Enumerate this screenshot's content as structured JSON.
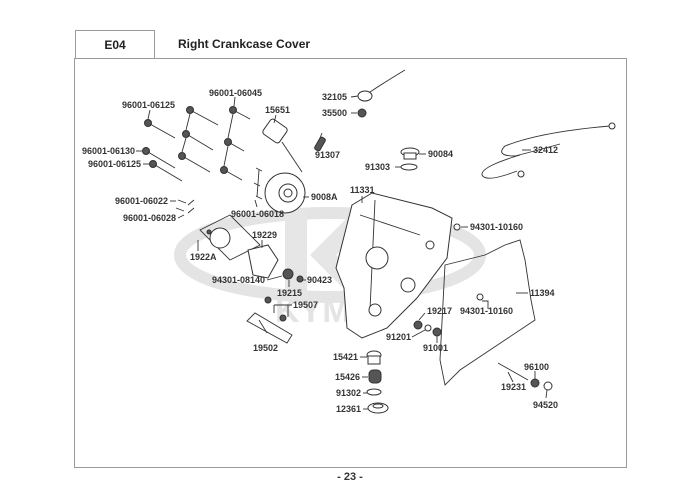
{
  "header": {
    "section_code": "E04",
    "title": "Right Crankcase Cover"
  },
  "footer": {
    "page_number": "- 23 -"
  },
  "watermark": {
    "brand": "KYMCO"
  },
  "callouts": [
    {
      "id": "c1",
      "label": "96001-06125"
    },
    {
      "id": "c2",
      "label": "96001-06045"
    },
    {
      "id": "c3",
      "label": "15651"
    },
    {
      "id": "c4",
      "label": "32105"
    },
    {
      "id": "c5",
      "label": "35500"
    },
    {
      "id": "c6",
      "label": "96001-06130"
    },
    {
      "id": "c7",
      "label": "96001-06125"
    },
    {
      "id": "c8",
      "label": "91307"
    },
    {
      "id": "c9",
      "label": "90084"
    },
    {
      "id": "c10",
      "label": "91303"
    },
    {
      "id": "c11",
      "label": "32412"
    },
    {
      "id": "c12",
      "label": "11331"
    },
    {
      "id": "c13",
      "label": "9008A"
    },
    {
      "id": "c14",
      "label": "96001-06022"
    },
    {
      "id": "c15",
      "label": "96001-06028"
    },
    {
      "id": "c16",
      "label": "96001-06018"
    },
    {
      "id": "c17",
      "label": "94301-10160"
    },
    {
      "id": "c18",
      "label": "19229"
    },
    {
      "id": "c19",
      "label": "1922A"
    },
    {
      "id": "c20",
      "label": "94301-08140"
    },
    {
      "id": "c21",
      "label": "90423"
    },
    {
      "id": "c22",
      "label": "19215"
    },
    {
      "id": "c23",
      "label": "19507"
    },
    {
      "id": "c24",
      "label": "11394"
    },
    {
      "id": "c25",
      "label": "19217"
    },
    {
      "id": "c26",
      "label": "94301-10160"
    },
    {
      "id": "c27",
      "label": "91201"
    },
    {
      "id": "c28",
      "label": "91001"
    },
    {
      "id": "c29",
      "label": "19502"
    },
    {
      "id": "c30",
      "label": "15421"
    },
    {
      "id": "c31",
      "label": "96100"
    },
    {
      "id": "c32",
      "label": "15426"
    },
    {
      "id": "c33",
      "label": "19231"
    },
    {
      "id": "c34",
      "label": "91302"
    },
    {
      "id": "c35",
      "label": "94520"
    },
    {
      "id": "c36",
      "label": "12361"
    }
  ]
}
